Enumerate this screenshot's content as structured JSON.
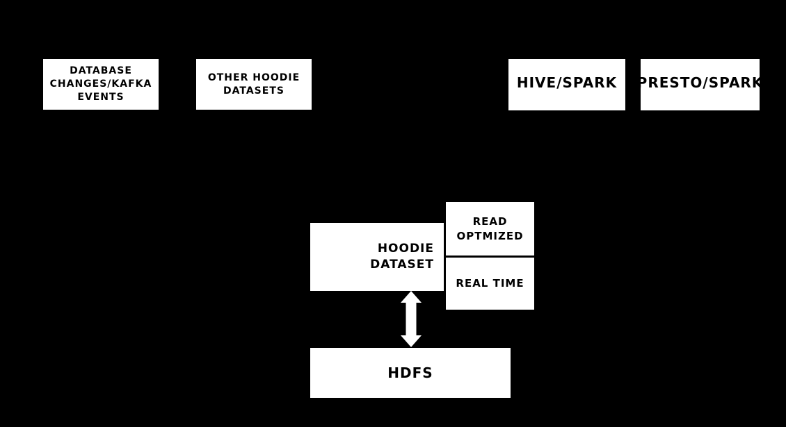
{
  "diagram": {
    "background_color": "#000000",
    "box_fill_color": "#ffffff",
    "box_text_color": "#000000",
    "arrow_color": "#ffffff",
    "boxes": {
      "database": {
        "label": "DATABASE\nCHANGES/KAFKA\nEVENTS"
      },
      "other": {
        "label": "OTHER HOODIE\nDATASETS"
      },
      "hive": {
        "label": "HIVE/SPARK"
      },
      "presto": {
        "label": "PRESTO/SPARK"
      },
      "hoodie": {
        "label": "HOODIE\nDATASET"
      },
      "read": {
        "label": "READ\nOPTMIZED"
      },
      "real": {
        "label": "REAL TIME"
      },
      "hdfs": {
        "label": "HDFS"
      }
    },
    "connectors": [
      {
        "type": "double-headed-vertical-arrow",
        "from": "HOODIE DATASET",
        "to": "HDFS"
      }
    ]
  }
}
